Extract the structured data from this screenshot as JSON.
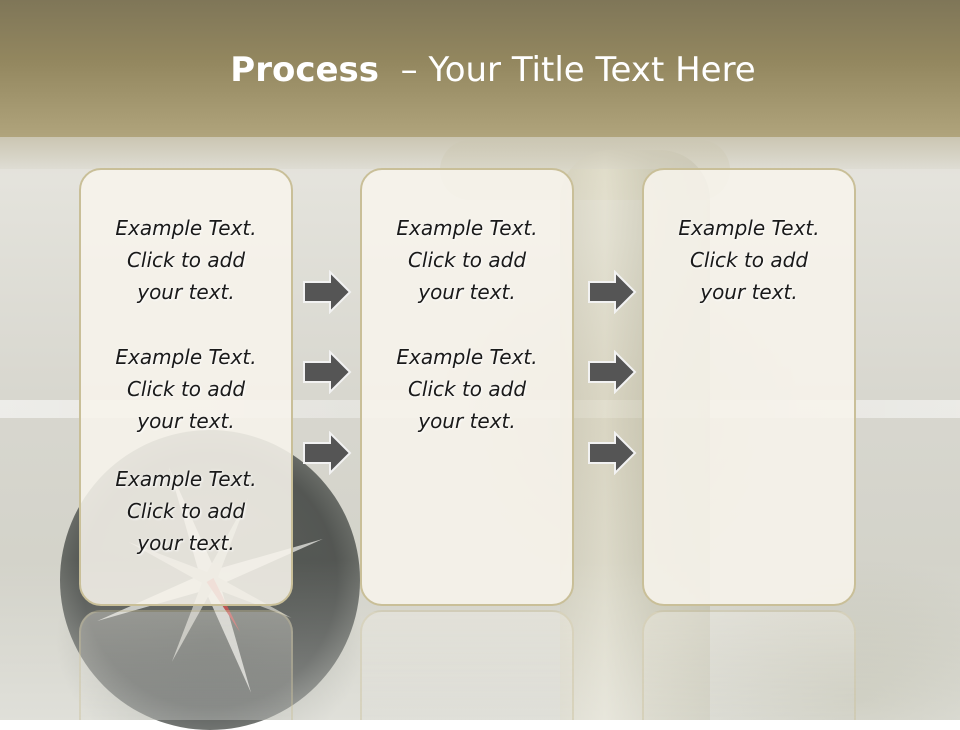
{
  "slide": {
    "title_bold": "Process",
    "title_rest": "– Your Title Text Here"
  },
  "columns": [
    {
      "items": [
        {
          "lines": [
            "Example Text.",
            "Click  to add",
            "your text."
          ]
        },
        {
          "lines": [
            "Example Text.",
            "Click  to add",
            "your text."
          ]
        },
        {
          "lines": [
            "Example Text.",
            "Click  to add",
            "your text."
          ]
        }
      ]
    },
    {
      "items": [
        {
          "lines": [
            "Example Text.",
            "Click  to add",
            "your text."
          ]
        },
        {
          "lines": [
            "Example Text.",
            "Click  to add",
            "your text."
          ]
        }
      ]
    },
    {
      "items": [
        {
          "lines": [
            "Example Text.",
            "Click  to add",
            "your text."
          ]
        }
      ]
    }
  ],
  "colors": {
    "header": "#93875f",
    "box_border": "#c9bf98",
    "arrow_fill": "#555555"
  }
}
